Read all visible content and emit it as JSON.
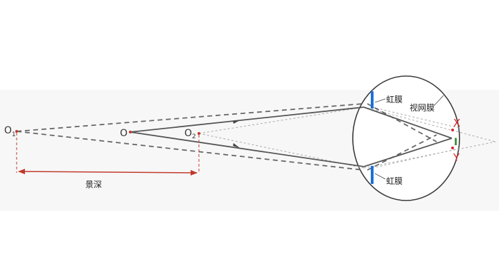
{
  "labels": {
    "o1": "O",
    "o1_sub": "1",
    "o": "O",
    "o2": "O",
    "o2_sub": "2",
    "iris_top": "虹膜",
    "iris_bottom": "虹膜",
    "retina": "视网膜",
    "depth_of_field": "景深",
    "x": "X",
    "y": "Y",
    "i": "I"
  },
  "colors": {
    "ray_solid": "#555555",
    "ray_dashed": "#666666",
    "ray_faint": "#aaaaaa",
    "iris": "#1e6fd9",
    "depth_arrow": "#c0392b",
    "marker_red": "#d62828",
    "marker_green": "#2a8a2a",
    "background": "#ffffff"
  },
  "icons": {
    "arrowhead": "triangle-arrowhead"
  }
}
